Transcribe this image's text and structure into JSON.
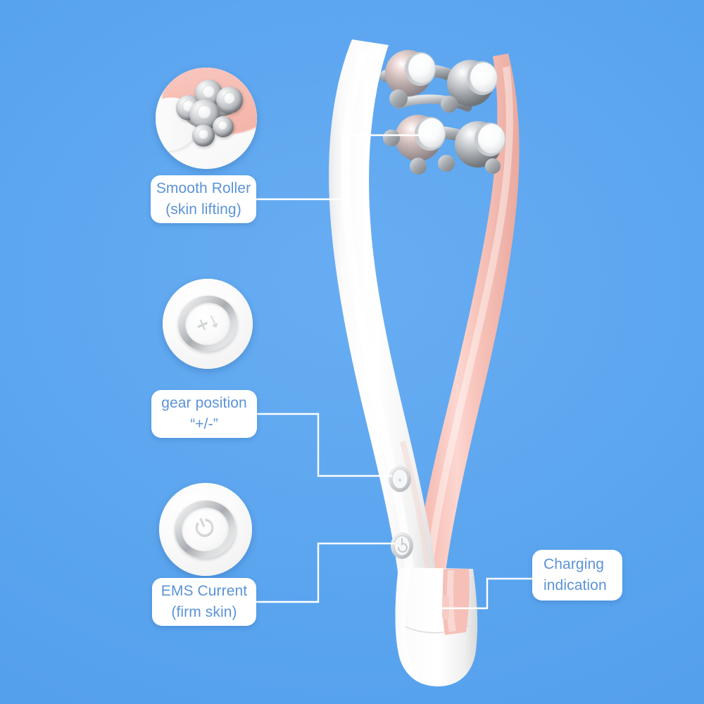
{
  "scene": {
    "title": "Face lifting roller massager feature callouts",
    "background_color": "#5aa5ef",
    "accent_text_color": "#5b93d6",
    "connector_color": "#ffffff"
  },
  "product": {
    "body_color": "#fdfdfd",
    "arm_color": "#f5bcb4",
    "roller_metal_color": "#b9bcc0",
    "roller_count": 4
  },
  "callouts": [
    {
      "id": "smooth-roller",
      "line1": "Smooth Roller",
      "line2": "(skin lifting)",
      "detail_icon": "roller-balls-photo"
    },
    {
      "id": "gear-position",
      "line1": "gear position",
      "line2": "“+/-”",
      "detail_icon": "plus-minus-button-photo",
      "button_glyph": "+↓"
    },
    {
      "id": "ems-current",
      "line1": "EMS Current",
      "line2": "(firm skin)",
      "detail_icon": "power-button-photo",
      "button_glyph": "⏻"
    },
    {
      "id": "charging-indication",
      "line1": "Charging",
      "line2": "indication",
      "detail_icon": null
    }
  ]
}
